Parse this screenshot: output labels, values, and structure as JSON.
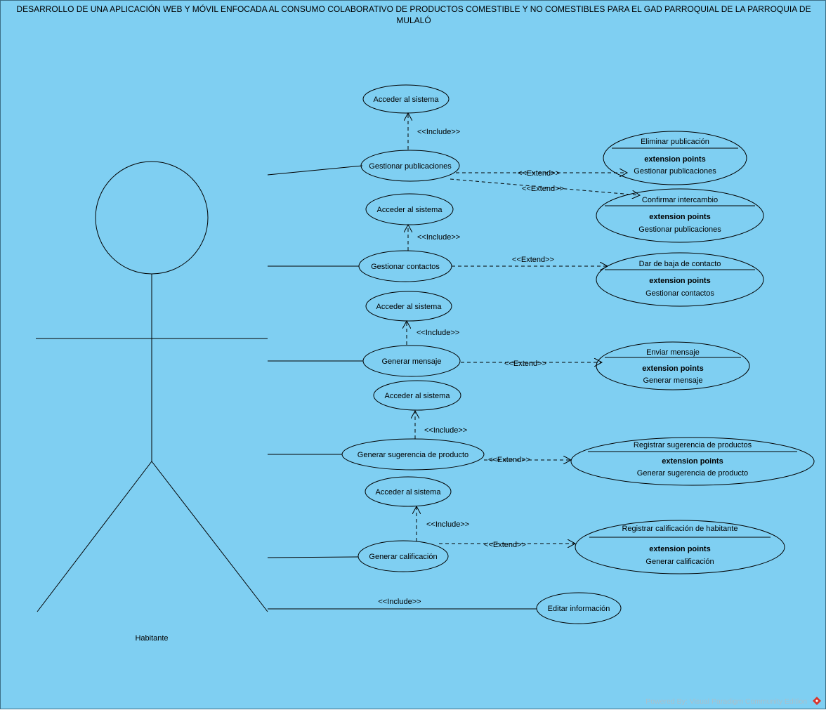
{
  "diagram": {
    "title": "DESARROLLO DE UNA APLICACIÓN WEB Y MÓVIL ENFOCADA AL CONSUMO COLABORATIVO DE PRODUCTOS COMESTIBLE Y NO COMESTIBLES PARA EL GAD PARROQUIAL DE LA PARROQUIA DE MULALÓ",
    "actor": "Habitante",
    "include_label": "<<Include>>",
    "extend_label": "<<Extend>>",
    "extension_points_label": "extension points",
    "use_cases": {
      "acceder_1": "Acceder al sistema",
      "gestionar_publicaciones": "Gestionar publicaciones",
      "acceder_2": "Acceder al sistema",
      "gestionar_contactos": "Gestionar  contactos",
      "acceder_3": "Acceder al sistema",
      "generar_mensaje": "Generar mensaje",
      "acceder_4": "Acceder al sistema",
      "generar_sugerencia": "Generar sugerencia de producto",
      "acceder_5": "Acceder al sistema",
      "generar_calificacion": "Generar calificación",
      "editar_informacion": "Editar información"
    },
    "extensions": {
      "eliminar_publicacion": {
        "name": "Eliminar publicación",
        "point": "Gestionar publicaciones"
      },
      "confirmar_intercambio": {
        "name": "Confirmar intercambio",
        "point": "Gestionar publicaciones"
      },
      "dar_baja_contacto": {
        "name": "Dar de baja de contacto",
        "point": "Gestionar  contactos"
      },
      "enviar_mensaje": {
        "name": "Enviar mensaje",
        "point": "Generar mensaje"
      },
      "registrar_sugerencia": {
        "name": "Registrar sugerencia de productos",
        "point": "Generar sugerencia de producto"
      },
      "registrar_calificacion": {
        "name": "Registrar calificación de habitante",
        "point": "Generar calificación"
      }
    },
    "footer": "Powered By: Visual Paradigm Community Edition",
    "colors": {
      "background": "#7fcff2",
      "line": "#000000",
      "footer_text": "#a8c0cc",
      "logo": "#d9342b"
    }
  }
}
